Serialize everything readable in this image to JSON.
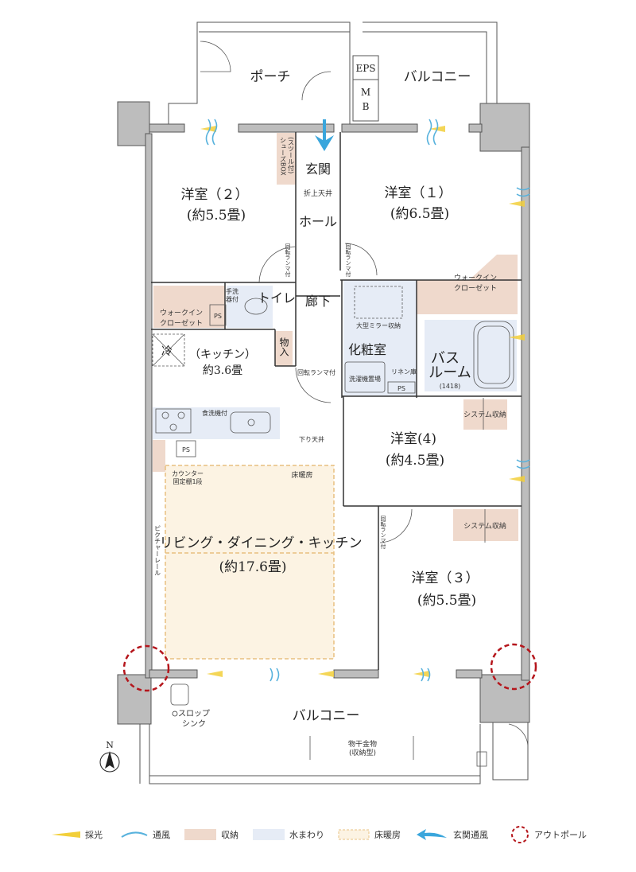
{
  "rooms": {
    "porch": "ポーチ",
    "balcony_top": "バルコニー",
    "eps": "EPS",
    "mb_1": "M",
    "mb_2": "B",
    "shoes_box": "シューズBOX",
    "shoes_box_sub": "(スツール付)",
    "entrance": "玄関",
    "folding_ceiling": "折上天井",
    "hall": "ホール",
    "western2_name": "洋室（２）",
    "western2_size": "(約5.5畳)",
    "western1_name": "洋室（１）",
    "western1_size": "(約6.5畳)",
    "lamp_note_a": "回転ランマ付",
    "lamp_note_b": "回転ランマ付",
    "walkin_right_1": "ウォークイン",
    "walkin_right_2": "クローゼット",
    "walkin_left_1": "ウォークイン",
    "walkin_left_2": "クローゼット",
    "ps_a": "PS",
    "hand_wash_1": "手洗",
    "hand_wash_2": "器付",
    "toilet": "トイレ",
    "corridor": "廊下",
    "big_mirror": "大型ミラー収納",
    "fridge": "冷",
    "kitchen_name": "（キッチン）",
    "kitchen_size": "約3.6畳",
    "storage": "物入",
    "lamp_note_c": "回転ランマ付",
    "powder_room": "化粧室",
    "laundry": "洗濯機置場",
    "linen": "リネン庫",
    "ps_b": "PS",
    "bath_1": "バス",
    "bath_2": "ルーム",
    "bath_size": "(1418)",
    "dishwasher": "食洗機付",
    "lowered_ceiling": "下り天井",
    "ps_c": "PS",
    "counter_1": "カウンター",
    "counter_2": "固定棚1段",
    "floor_heating": "床暖房",
    "system_storage_a": "システム収納",
    "western4_name": "洋室(4)",
    "western4_size": "(約4.5畳)",
    "system_storage_b": "システム収納",
    "lamp_note_d": "回転ランマ付",
    "picture_rail": "ピクチャーレール",
    "ldk_name": "リビング・ダイニング・キッチン",
    "ldk_size": "(約17.6畳)",
    "western3_name": "洋室（３）",
    "western3_size": "(約5.5畳)",
    "slop_sink_1": "スロップ",
    "slop_sink_2": "シンク",
    "balcony_bottom": "バルコニー",
    "drying_1": "物干金物",
    "drying_2": "(収納型)",
    "north": "N"
  },
  "legend": {
    "light": "採光",
    "ventilation": "通風",
    "storage": "収納",
    "water": "水まわり",
    "floor_heating": "床暖房",
    "entrance_vent": "玄関通風",
    "outpole": "アウトポール"
  },
  "colors": {
    "storage": "#efd9cc",
    "water": "#e6ecf6",
    "floor_heating_fill": "#fcf3e3",
    "floor_heating_border": "#e8c080",
    "light": "#f2cf3a",
    "ventilation": "#58b2dd",
    "entrance_vent": "#3aa6dc",
    "outpole": "#b5161c",
    "wall": "#bdbdbd"
  }
}
